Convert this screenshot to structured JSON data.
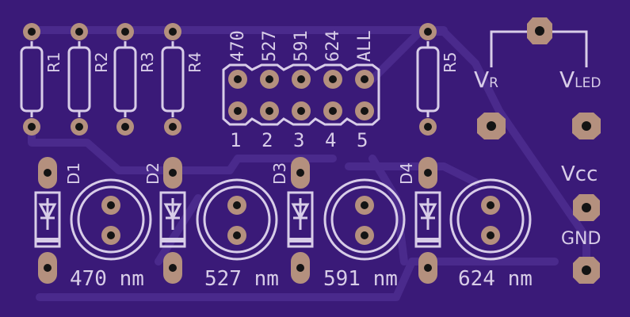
{
  "board": {
    "background": "#3a1a78",
    "silkscreen_color": "#d8cde8",
    "pad_color": "#b4907e",
    "trace_color": "#4a2a8c"
  },
  "resistors": [
    {
      "label": "R1"
    },
    {
      "label": "R2"
    },
    {
      "label": "R3"
    },
    {
      "label": "R4"
    },
    {
      "label": "R5"
    }
  ],
  "header": {
    "top_labels": [
      "470",
      "527",
      "591",
      "624",
      "ALL"
    ],
    "bottom_labels": [
      "1",
      "2",
      "3",
      "4",
      "5"
    ]
  },
  "diodes": [
    {
      "label": "D1",
      "caption": "470 nm"
    },
    {
      "label": "D2",
      "caption": "527 nm"
    },
    {
      "label": "D3",
      "caption": "591 nm"
    },
    {
      "label": "D4",
      "caption": "624 nm"
    }
  ],
  "probes": {
    "vr": {
      "main": "V",
      "sub": "R"
    },
    "vled": {
      "main": "V",
      "sub": "LED"
    }
  },
  "power": {
    "vcc": "Vcc",
    "gnd": "GND"
  }
}
